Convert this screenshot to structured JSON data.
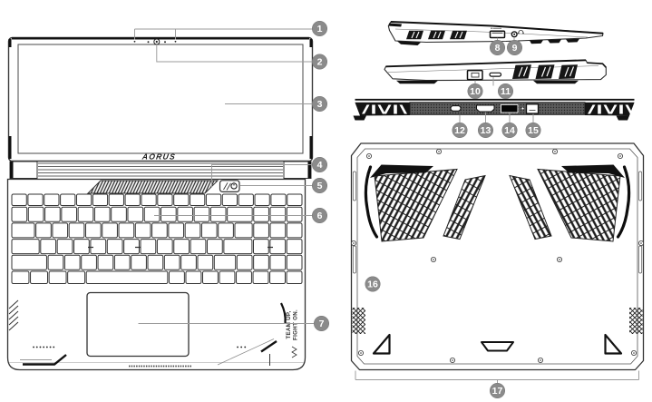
{
  "branding": {
    "logo": "AORUS",
    "slogan_line1": "TEAM UP,",
    "slogan_line2": "FIGHT ON."
  },
  "callouts": {
    "color": "#8b8b8b",
    "items": [
      "1",
      "2",
      "3",
      "4",
      "5",
      "6",
      "7",
      "8",
      "9",
      "10",
      "11",
      "12",
      "13",
      "14",
      "15",
      "16",
      "17"
    ]
  }
}
